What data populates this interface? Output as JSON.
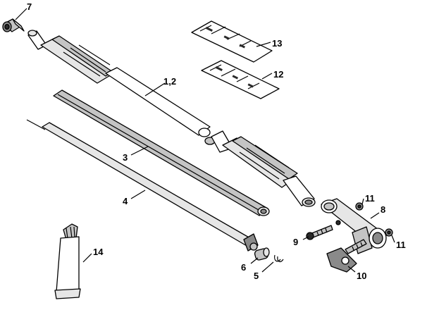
{
  "diagram": {
    "callouts": {
      "c1": "1,2",
      "c3": "3",
      "c4": "4",
      "c5": "5",
      "c6": "6",
      "c7": "7",
      "c8": "8",
      "c9": "9",
      "c10": "10",
      "c11a": "11",
      "c11b": "11",
      "c12": "12",
      "c13": "13",
      "c14": "14"
    }
  }
}
